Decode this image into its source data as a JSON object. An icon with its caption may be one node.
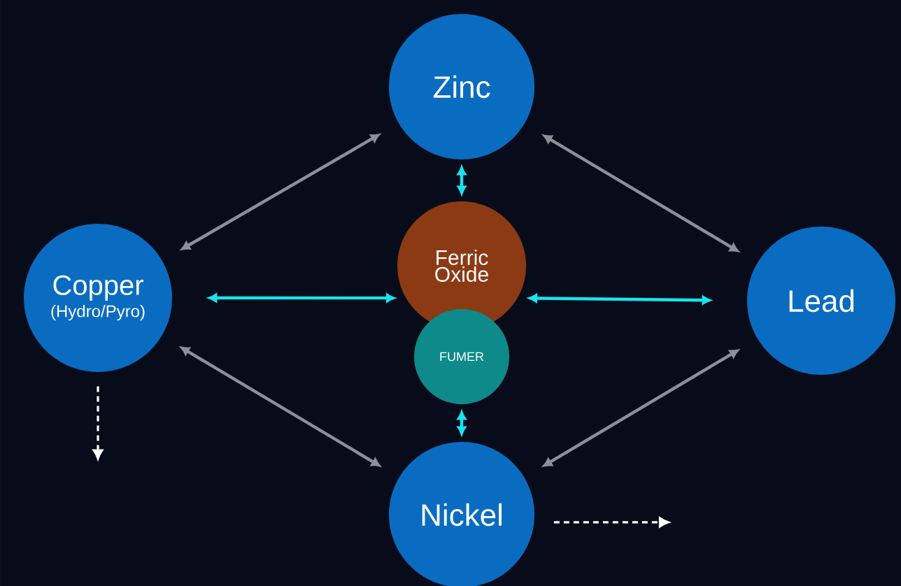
{
  "diagram": {
    "nodes": [
      {
        "text": [
          "Zinc"
        ]
      },
      {
        "text": [
          "Copper",
          "(Hydro/Pyro)"
        ]
      },
      {
        "text": [
          "Ferric Oxide"
        ]
      },
      {
        "text": [
          "FUMER"
        ]
      },
      {
        "text": [
          "Lead"
        ]
      },
      {
        "text": [
          "Nickel"
        ]
      }
    ],
    "edges": [
      {
        "from": 0,
        "to": 1,
        "arrow": "both"
      },
      {
        "from": 0,
        "to": 4,
        "arrow": "both"
      },
      {
        "from": 1,
        "to": 5,
        "arrow": "both"
      },
      {
        "from": 4,
        "to": 5,
        "arrow": "both"
      },
      {
        "from": 0,
        "to": 2,
        "arrow": "both",
        "color": "#19e3f0"
      },
      {
        "from": 1,
        "to": 2,
        "arrow": "both",
        "color": "#19e3f0"
      },
      {
        "from": 2,
        "to": 4,
        "arrow": "both",
        "color": "#19e3f0"
      },
      {
        "from": 3,
        "to": 5,
        "arrow": "both",
        "color": "#19e3f0"
      },
      {
        "from": 1,
        "to": null,
        "arrow": "to",
        "style": "dashed",
        "color": "#ffffff"
      },
      {
        "from": 5,
        "to": null,
        "arrow": "to",
        "style": "dashed",
        "color": "#ffffff"
      }
    ]
  }
}
